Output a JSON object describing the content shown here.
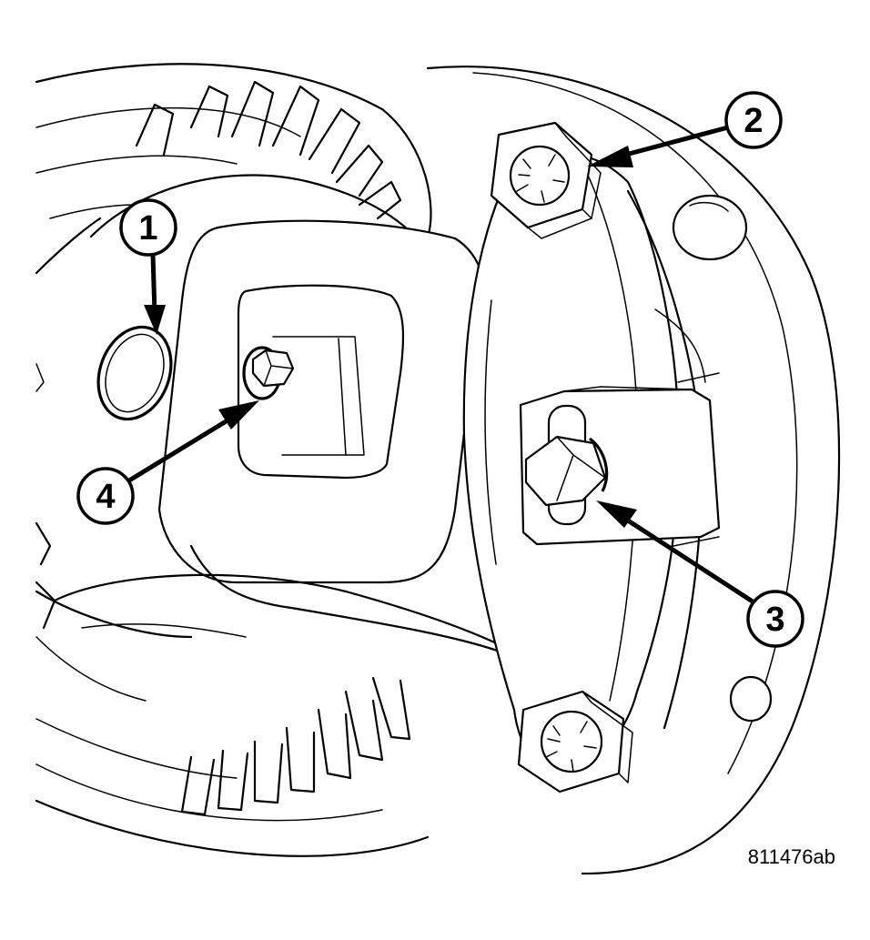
{
  "figure_id": "811476ab",
  "callouts": [
    {
      "number": "1"
    },
    {
      "number": "2"
    },
    {
      "number": "3"
    },
    {
      "number": "4"
    }
  ]
}
